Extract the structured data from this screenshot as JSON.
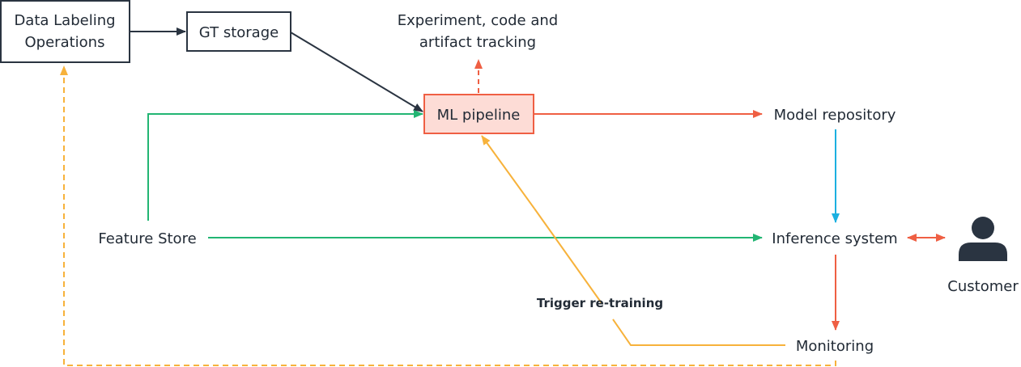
{
  "diagram": {
    "nodes": {
      "data_labeling": {
        "lines": [
          "Data Labeling",
          "Operations"
        ]
      },
      "gt_storage": {
        "label": "GT storage"
      },
      "experiment_tracking": {
        "lines": [
          "Experiment, code and",
          "artifact tracking"
        ]
      },
      "ml_pipeline": {
        "label": "ML pipeline"
      },
      "model_repository": {
        "label": "Model repository"
      },
      "feature_store": {
        "label": "Feature Store"
      },
      "inference_system": {
        "label": "Inference system"
      },
      "customer": {
        "label": "Customer"
      },
      "monitoring": {
        "label": "Monitoring"
      }
    },
    "edge_labels": {
      "trigger_retraining": "Trigger re-training"
    },
    "colors": {
      "dark": "#2a3441",
      "green": "#22b573",
      "red": "#ef5f43",
      "blue": "#1cb0e0",
      "orange": "#f7b23b",
      "pipeline_fill": "#fddcd6"
    }
  }
}
